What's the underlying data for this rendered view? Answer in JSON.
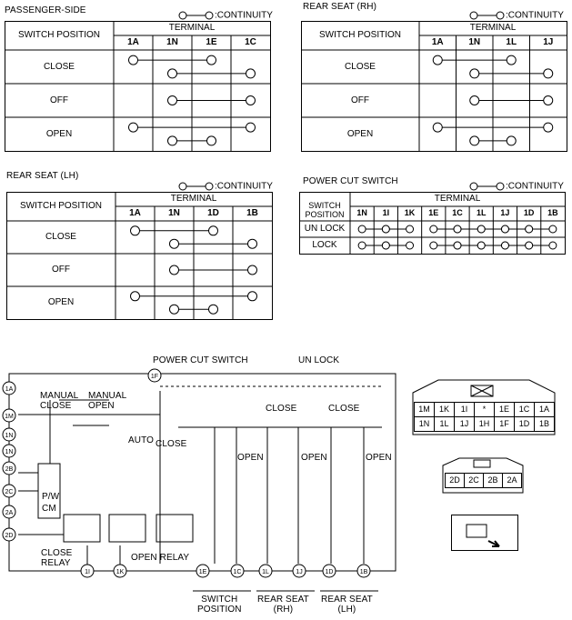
{
  "legend": "CONTINUITY",
  "tables": [
    {
      "id": "passenger-side",
      "title": "PASSENGER-SIDE",
      "header_position": "SWITCH POSITION",
      "header_terminal": "TERMINAL",
      "terminals": [
        "1A",
        "1N",
        "1E",
        "1C"
      ],
      "rows": [
        {
          "label": "CLOSE",
          "links": [
            [
              0,
              2
            ],
            [
              1,
              3
            ]
          ]
        },
        {
          "label": "OFF",
          "links": [
            [
              1,
              3
            ]
          ]
        },
        {
          "label": "OPEN",
          "links": [
            [
              0,
              3
            ],
            [
              1,
              2
            ]
          ]
        }
      ]
    },
    {
      "id": "rear-seat-rh",
      "title": "REAR SEAT (RH)",
      "header_position": "SWITCH POSITION",
      "header_terminal": "TERMINAL",
      "terminals": [
        "1A",
        "1N",
        "1L",
        "1J"
      ],
      "rows": [
        {
          "label": "CLOSE",
          "links": [
            [
              0,
              2
            ],
            [
              1,
              3
            ]
          ]
        },
        {
          "label": "OFF",
          "links": [
            [
              1,
              3
            ]
          ]
        },
        {
          "label": "OPEN",
          "links": [
            [
              0,
              3
            ],
            [
              1,
              2
            ]
          ]
        }
      ]
    },
    {
      "id": "rear-seat-lh",
      "title": "REAR SEAT (LH)",
      "header_position": "SWITCH POSITION",
      "header_terminal": "TERMINAL",
      "terminals": [
        "1A",
        "1N",
        "1D",
        "1B"
      ],
      "rows": [
        {
          "label": "CLOSE",
          "links": [
            [
              0,
              2
            ],
            [
              1,
              3
            ]
          ]
        },
        {
          "label": "OFF",
          "links": [
            [
              1,
              3
            ]
          ]
        },
        {
          "label": "OPEN",
          "links": [
            [
              0,
              3
            ],
            [
              1,
              2
            ]
          ]
        }
      ]
    },
    {
      "id": "power-cut-switch",
      "title": "POWER CUT SWITCH",
      "header_position": "SWITCH POSITION",
      "header_terminal": "TERMINAL",
      "terminals": [
        "1N",
        "1I",
        "1K",
        "1E",
        "1C",
        "1L",
        "1J",
        "1D",
        "1B"
      ],
      "rows": [
        {
          "label": "UN LOCK",
          "links": [
            [
              0,
              1
            ],
            [
              1,
              2
            ],
            [
              3,
              4
            ],
            [
              4,
              5
            ],
            [
              5,
              6
            ],
            [
              6,
              7
            ],
            [
              7,
              8
            ]
          ]
        },
        {
          "label": "LOCK",
          "links": [
            [
              0,
              1
            ],
            [
              1,
              2
            ],
            [
              3,
              4
            ],
            [
              4,
              5
            ],
            [
              5,
              6
            ],
            [
              6,
              7
            ],
            [
              7,
              8
            ]
          ]
        }
      ]
    }
  ],
  "schematic": {
    "left_pins": [
      "1A",
      "1M",
      "1N",
      "1N",
      "2B",
      "2C",
      "2A",
      "2D"
    ],
    "top_pin": "1F",
    "bottom_pins": [
      "1I",
      "1K",
      "1E",
      "1C",
      "1L",
      "1J",
      "1D",
      "1B"
    ],
    "labels": {
      "power_cut_switch": "POWER CUT SWITCH",
      "un_lock": "UN LOCK",
      "manual_close": "MANUAL\nCLOSE",
      "manual_open": "MANUAL\nOPEN",
      "auto": "AUTO",
      "close_left": "CLOSE",
      "close_rh": "CLOSE",
      "close_lh": "CLOSE",
      "open1": "OPEN",
      "open2": "OPEN",
      "open3": "OPEN",
      "pwcm": "P/W\nCM",
      "close_relay": "CLOSE\nRELAY",
      "open_relay": "OPEN RELAY",
      "group_switch_position": "SWITCH\nPOSITION",
      "group_rh": "REAR SEAT\n(RH)",
      "group_lh": "REAR SEAT\n(LH)"
    }
  },
  "connectors": {
    "connector1_row1": [
      "1M",
      "1K",
      "1I",
      "*",
      "1E",
      "1C",
      "1A"
    ],
    "connector1_row2": [
      "1N",
      "1L",
      "1J",
      "1H",
      "1F",
      "1D",
      "1B"
    ],
    "connector2_row": [
      "2D",
      "2C",
      "2B",
      "2A"
    ]
  }
}
